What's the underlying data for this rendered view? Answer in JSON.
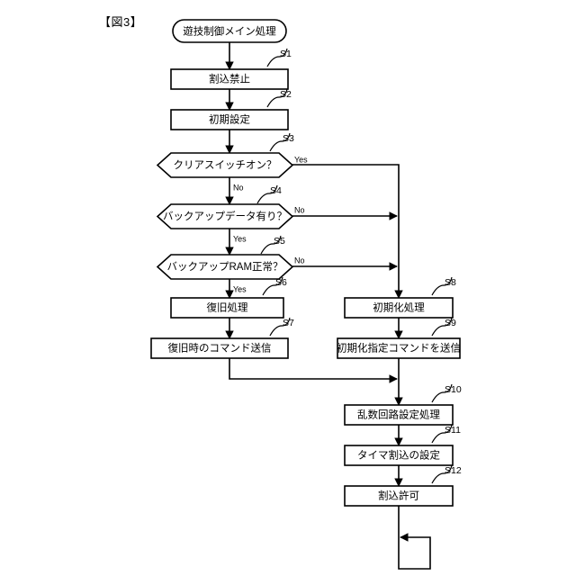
{
  "figure": {
    "label": "【図3】",
    "title_node": {
      "id": "start",
      "text": "遊技制御メイン処理",
      "shape": "terminator"
    }
  },
  "nodes": [
    {
      "id": "S1",
      "step": "S1",
      "text": "割込禁止",
      "shape": "process"
    },
    {
      "id": "S2",
      "step": "S2",
      "text": "初期設定",
      "shape": "process"
    },
    {
      "id": "S3",
      "step": "S3",
      "text": "クリアスイッチオン？",
      "shape": "decision"
    },
    {
      "id": "S4",
      "step": "S4",
      "text": "バックアップデータ有り？",
      "shape": "decision"
    },
    {
      "id": "S5",
      "step": "S5",
      "text": "バックアップRAM正常？",
      "shape": "decision"
    },
    {
      "id": "S6",
      "step": "S6",
      "text": "復旧処理",
      "shape": "process"
    },
    {
      "id": "S7",
      "step": "S7",
      "text": "復旧時のコマンド送信",
      "shape": "process"
    },
    {
      "id": "S8",
      "step": "S8",
      "text": "初期化処理",
      "shape": "process"
    },
    {
      "id": "S9",
      "step": "S9",
      "text": "初期化指定コマンドを送信",
      "shape": "process"
    },
    {
      "id": "S10",
      "step": "S10",
      "text": "乱数回路設定処理",
      "shape": "process"
    },
    {
      "id": "S11",
      "step": "S11",
      "text": "タイマ割込の設定",
      "shape": "process"
    },
    {
      "id": "S12",
      "step": "S12",
      "text": "割込許可",
      "shape": "process"
    }
  ],
  "branch_labels": {
    "s3_yes": "Yes",
    "s3_no": "No",
    "s4_no": "No",
    "s4_yes": "Yes",
    "s5_no": "No",
    "s5_yes": "Yes"
  },
  "colors": {
    "stroke": "#000000",
    "fill": "#ffffff",
    "background": "#ffffff"
  }
}
